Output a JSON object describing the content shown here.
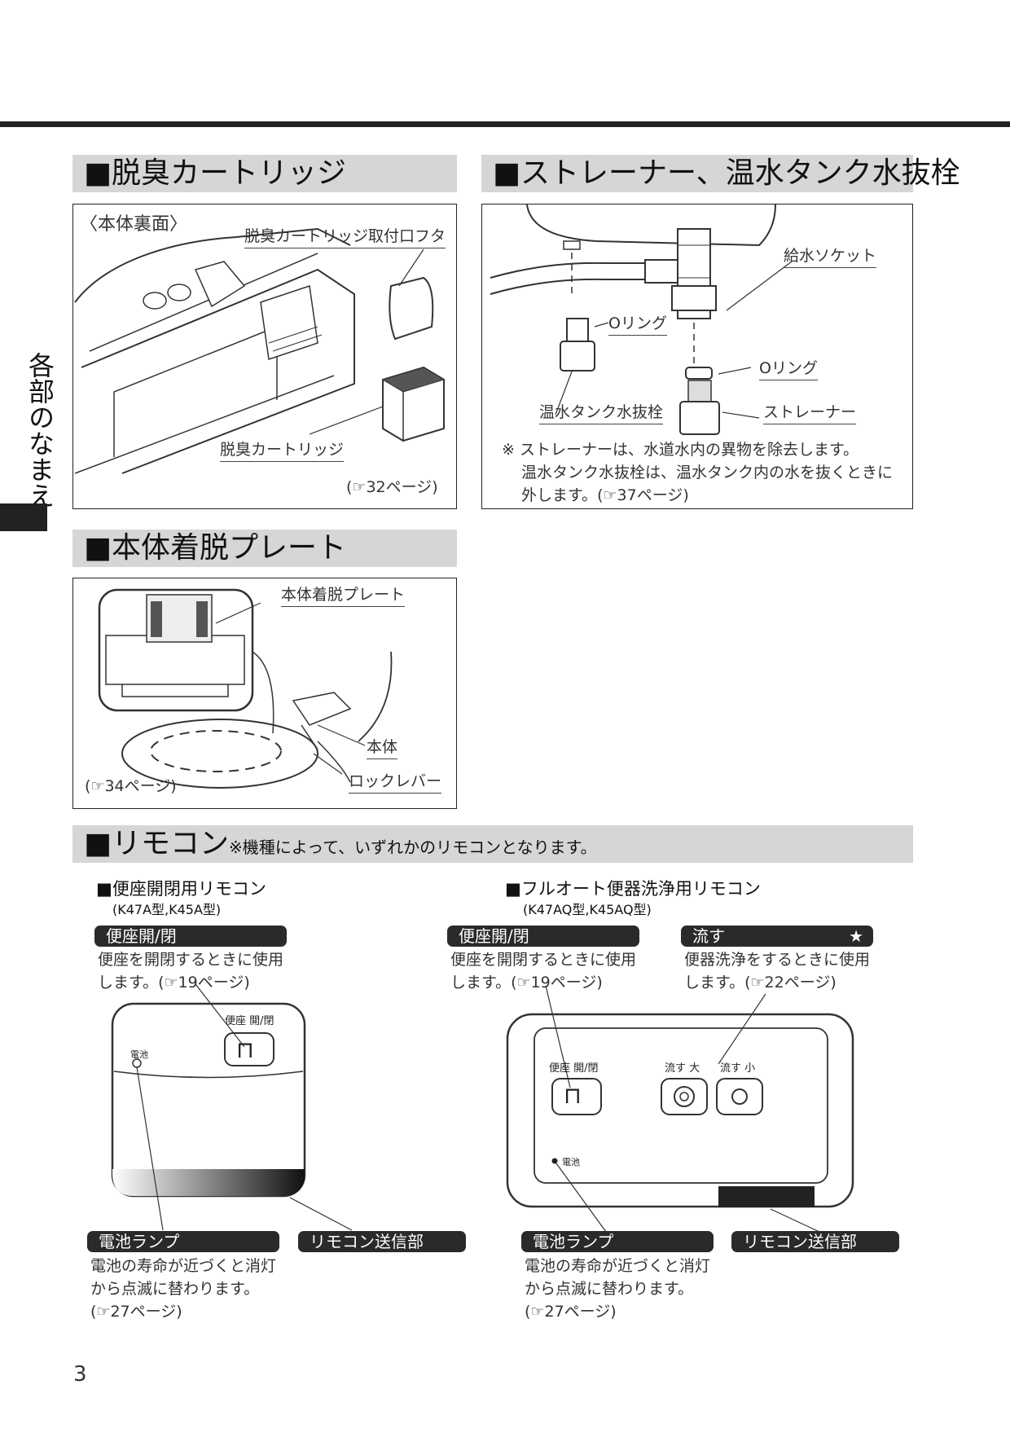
{
  "side_tab": "各部のなまえ",
  "page_number": "3",
  "sections": {
    "deodor": {
      "title": "■脱臭カートリッジ",
      "subtitle": "〈本体裏面〉",
      "label_lid": "脱臭カートリッジ取付口フタ",
      "label_cartridge": "脱臭カートリッジ",
      "ref": "(☞32ページ)"
    },
    "strainer": {
      "title": "■ストレーナー、温水タンク水抜栓",
      "label_socket": "給水ソケット",
      "label_oring1": "Oリング",
      "label_oring2": "Oリング",
      "label_drain": "温水タンク水抜栓",
      "label_strainer": "ストレーナー",
      "note_line1": "※ ストレーナーは、水道水内の異物を除去します。",
      "note_line2": "温水タンク水抜栓は、温水タンク内の水を抜くときに",
      "note_line3": "外します。(☞37ページ)"
    },
    "plate": {
      "title": "■本体着脱プレート",
      "label_plate": "本体着脱プレート",
      "label_body": "本体",
      "label_lever": "ロックレバー",
      "ref": "(☞34ページ)"
    },
    "remote": {
      "title": "■リモコン",
      "title_note": "※機種によって、いずれかのリモコンとなります。",
      "left": {
        "heading": "■便座開閉用リモコン",
        "models": "(K47A型,K45A型)",
        "pill_seat": "便座開/閉",
        "seat_desc_1": "便座を開閉するときに使用",
        "seat_desc_2": "します。(☞19ページ)",
        "device_btn_label": "便座 開/閉",
        "device_battery": "電池",
        "pill_battery": "電池ランプ",
        "battery_desc_1": "電池の寿命が近づくと消灯",
        "battery_desc_2": "から点滅に替わります。",
        "battery_desc_3": "(☞27ページ)",
        "pill_transmitter": "リモコン送信部"
      },
      "right": {
        "heading": "■フルオート便器洗浄用リモコン",
        "models": "(K47AQ型,K45AQ型)",
        "pill_seat": "便座開/閉",
        "seat_desc_1": "便座を開閉するときに使用",
        "seat_desc_2": "します。(☞19ページ)",
        "pill_flush": "流す",
        "pill_flush_star": "★",
        "flush_desc_1": "便器洗浄をするときに使用",
        "flush_desc_2": "します。(☞22ページ)",
        "device_btn_seat": "便座 開/閉",
        "device_btn_big": "流す 大",
        "device_btn_small": "流す 小",
        "device_battery": "電池",
        "pill_battery": "電池ランプ",
        "battery_desc_1": "電池の寿命が近づくと消灯",
        "battery_desc_2": "から点滅に替わります。",
        "battery_desc_3": "(☞27ページ)",
        "pill_transmitter": "リモコン送信部"
      }
    }
  }
}
